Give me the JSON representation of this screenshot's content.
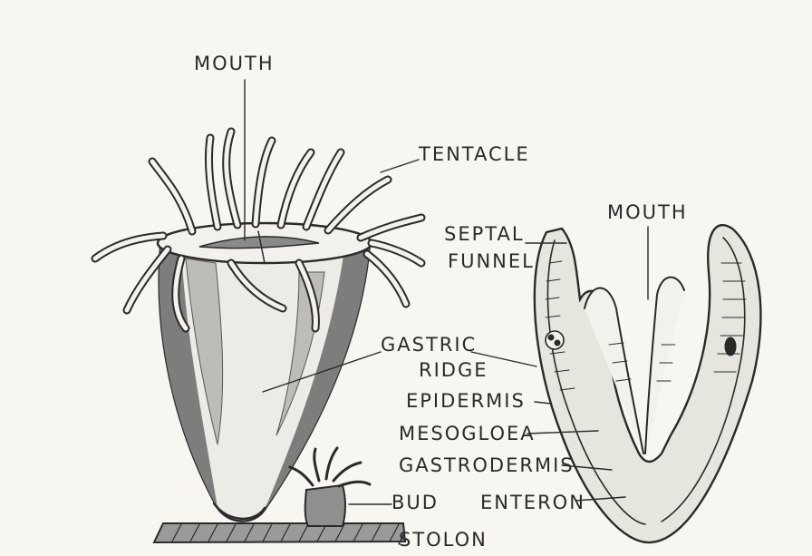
{
  "colors": {
    "paper": "#f7f6f1",
    "ink": "#2a2a2a",
    "stipple": "#555555"
  },
  "labels": {
    "mouth_left": "MOUTH",
    "tentacle": "TENTACLE",
    "septal_line1": "SEPTAL",
    "septal_line2": "FUNNEL",
    "mouth_right": "MOUTH",
    "gastric_line1": "GASTRIC",
    "gastric_line2": "RIDGE",
    "epidermis": "EPIDERMIS",
    "mesogloea": "MESOGLOEA",
    "gastrodermis": "GASTRODERMIS",
    "bud": "BUD",
    "enteron": "ENTERON",
    "stolon": "STOLON"
  }
}
